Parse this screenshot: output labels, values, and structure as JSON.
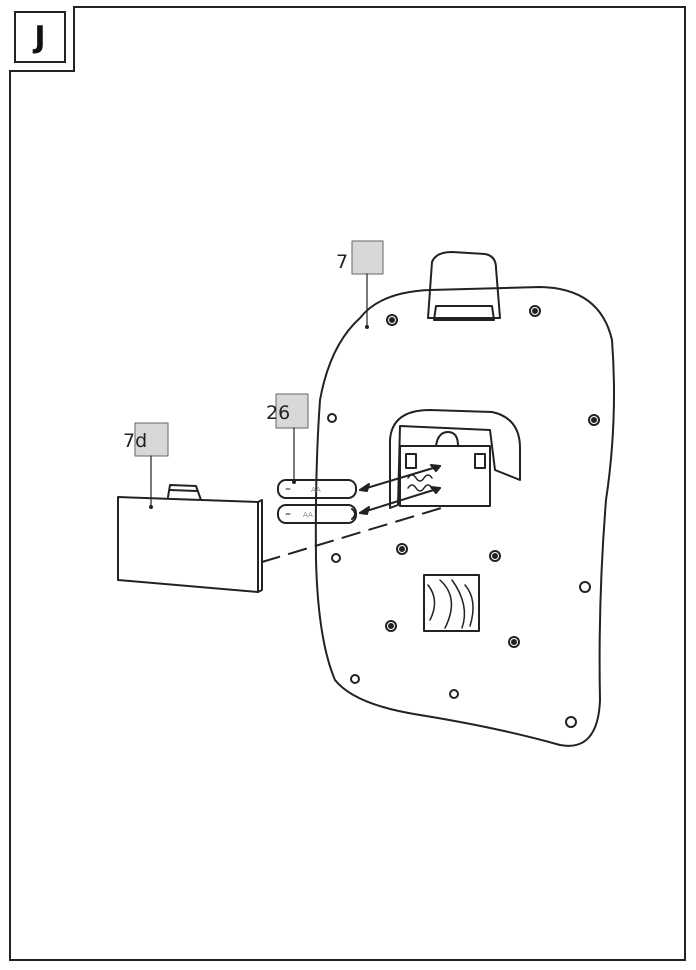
{
  "step": {
    "letter": "J"
  },
  "callouts": {
    "part_main": "7",
    "part_cover": "7d",
    "part_batteries": "26"
  },
  "battery_label": "AA",
  "colors": {
    "line": "#222222",
    "callout_fill": "#d8d8d8"
  }
}
